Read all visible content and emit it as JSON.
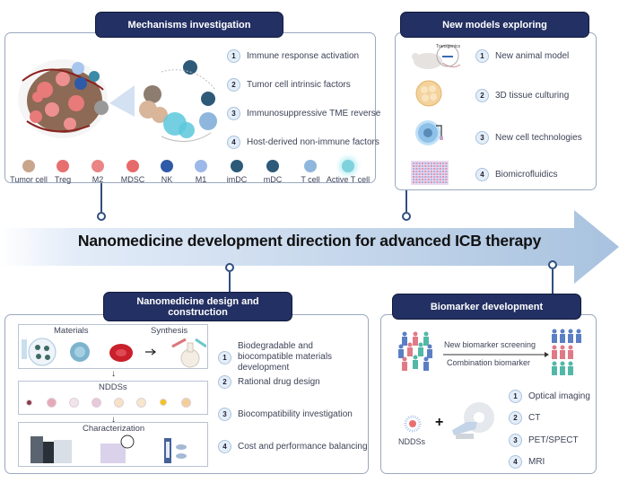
{
  "banner": {
    "title": "Nanomedicine development direction for advanced ICB therapy"
  },
  "colors": {
    "header_bg": "#233063",
    "panel_border": "#9aa8c0",
    "arrow_light": "#e9f1fb",
    "arrow_dark": "#a9c3e0",
    "connector": "#2f4f7f"
  },
  "mechanisms": {
    "title": "Mechanisms investigation",
    "items": [
      {
        "num": "1",
        "label": "Immune response activation"
      },
      {
        "num": "2",
        "label": "Tumor cell intrinsic factors"
      },
      {
        "num": "3",
        "label": "Immunosuppressive TME reverse"
      },
      {
        "num": "4",
        "label": "Host-derived non-immune factors"
      }
    ],
    "legend": [
      {
        "label": "Tumor cell",
        "icon": "tumor-cell-icon",
        "color": "#c9a58c"
      },
      {
        "label": "Treg",
        "icon": "treg-icon",
        "color": "#e86f6f"
      },
      {
        "label": "M2",
        "icon": "m2-icon",
        "color": "#e98585"
      },
      {
        "label": "MDSC",
        "icon": "mdsc-icon",
        "color": "#e66a6a"
      },
      {
        "label": "NK",
        "icon": "nk-icon",
        "color": "#2f5aa8"
      },
      {
        "label": "M1",
        "icon": "m1-icon",
        "color": "#9cb8e8"
      },
      {
        "label": "imDC",
        "icon": "imdc-icon",
        "color": "#2d5a78"
      },
      {
        "label": "mDC",
        "icon": "mdc-icon",
        "color": "#2d5a78"
      },
      {
        "label": "T cell",
        "icon": "t-cell-icon",
        "color": "#8fb7dd"
      },
      {
        "label": "Active T cell",
        "icon": "active-t-cell-icon",
        "color": "#7fd1dc"
      }
    ]
  },
  "models": {
    "title": "New models exploring",
    "transgenics_label": "Transgenics",
    "items": [
      {
        "num": "1",
        "label": "New animal model"
      },
      {
        "num": "2",
        "label": "3D tissue culturing"
      },
      {
        "num": "3",
        "label": "New cell technologies"
      },
      {
        "num": "4",
        "label": "Biomicrofluidics"
      }
    ]
  },
  "design": {
    "title": "Nanomedicine design and construction",
    "materials_label": "Materials",
    "synthesis_label": "Synthesis",
    "nddss_label": "NDDSs",
    "characterization_label": "Characterization",
    "items": [
      {
        "num": "1",
        "label": "Biodegradable and biocompatible materials development"
      },
      {
        "num": "2",
        "label": "Rational drug design"
      },
      {
        "num": "3",
        "label": "Biocompatibility investigation"
      },
      {
        "num": "4",
        "label": "Cost and performance balancing"
      }
    ]
  },
  "biomarker": {
    "title": "Biomarker development",
    "screening_label": "New biomarker screening",
    "combination_label": "Combination biomarker",
    "nddss_label": "NDDSs",
    "plus": "+",
    "items": [
      {
        "num": "1",
        "label": "Optical imaging"
      },
      {
        "num": "2",
        "label": "CT"
      },
      {
        "num": "3",
        "label": "PET/SPECT"
      },
      {
        "num": "4",
        "label": "MRI"
      }
    ]
  }
}
